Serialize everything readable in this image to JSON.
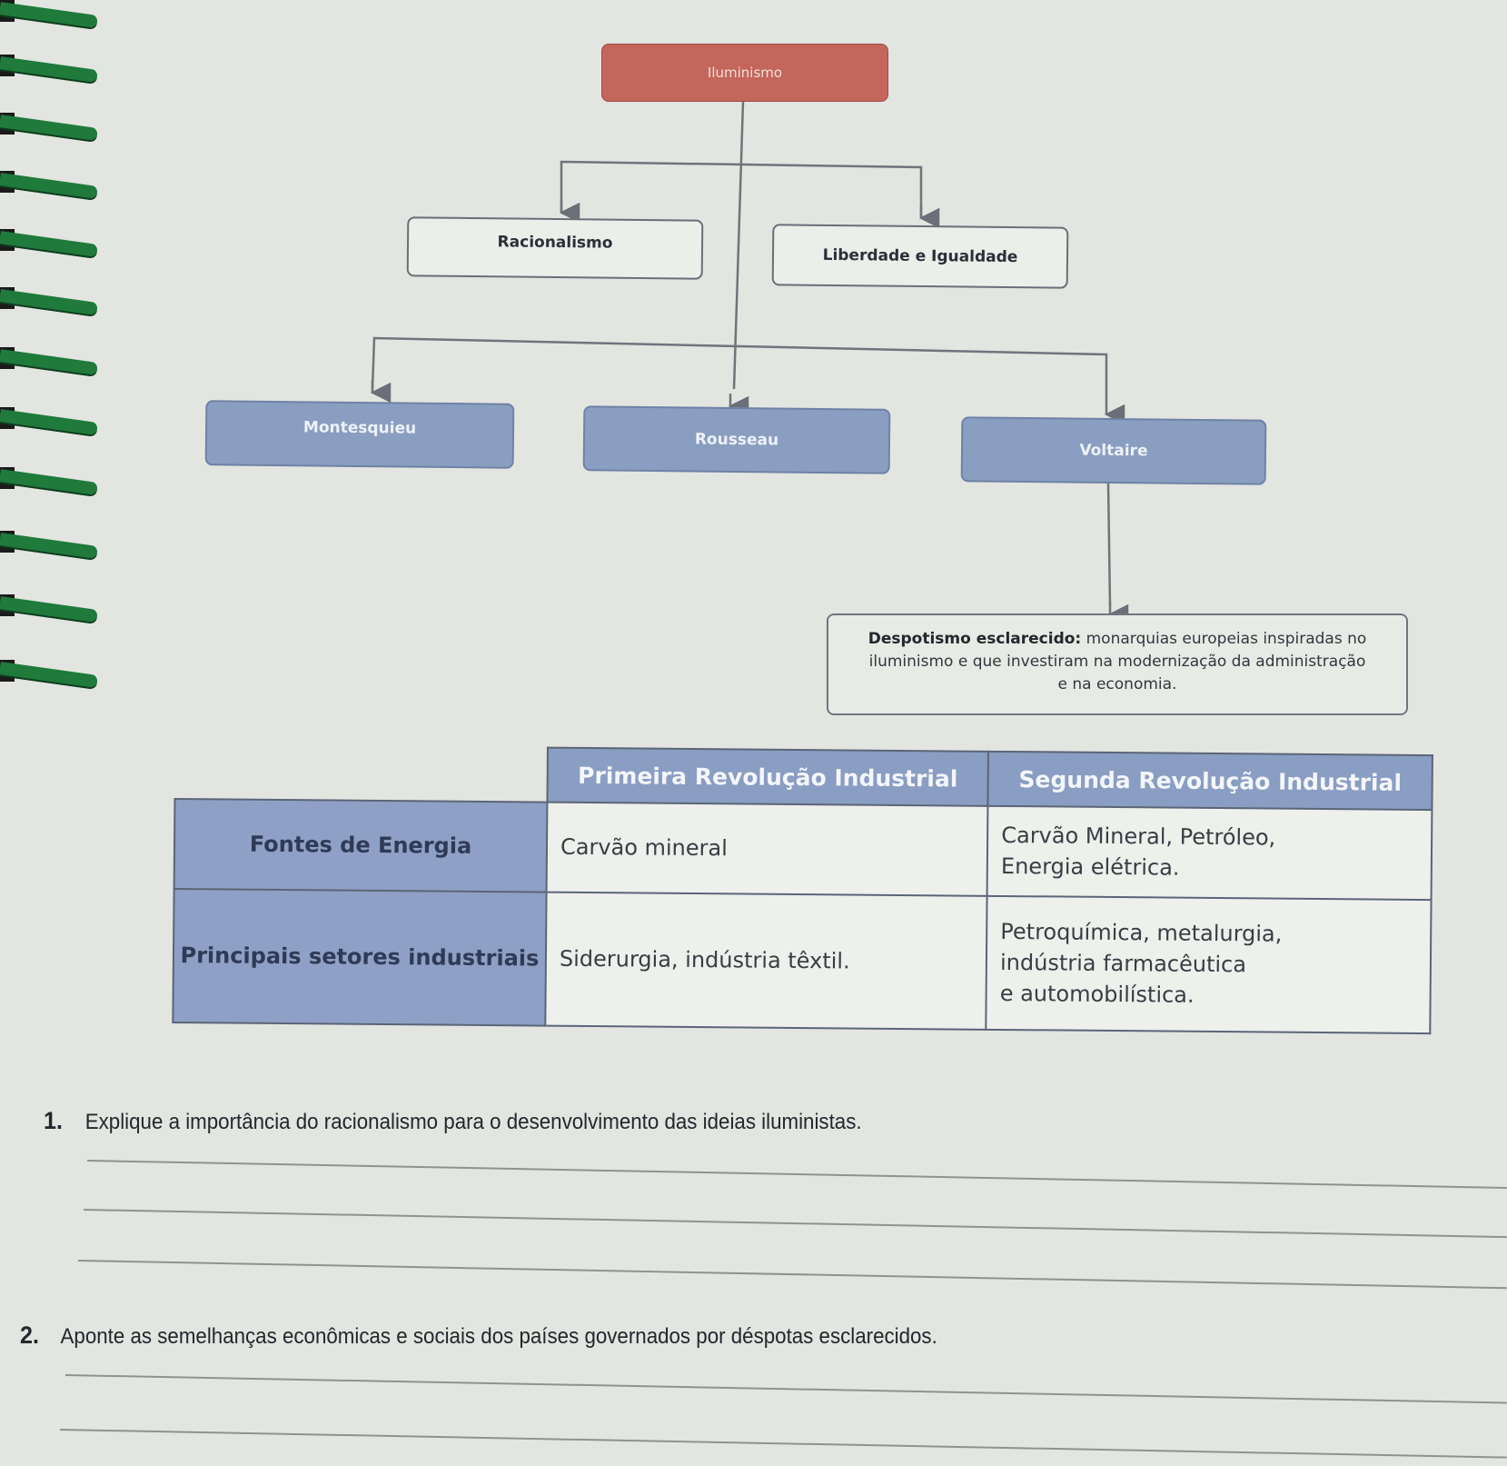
{
  "concept_map": {
    "root": "Iluminismo",
    "level1": [
      "Racionalismo",
      "Liberdade e Igualdade"
    ],
    "thinkers": [
      "Montesquieu",
      "Rousseau",
      "Voltaire"
    ],
    "result": {
      "term": "Despotismo esclarecido:",
      "line1": "monarquias europeias inspiradas no",
      "line2": "iluminismo e que investiram na modernização da administração",
      "line3": "e na economia."
    }
  },
  "table": {
    "columns": [
      "Primeira Revolução Industrial",
      "Segunda Revolução Industrial"
    ],
    "rows": [
      {
        "header": "Fontes de Energia",
        "first": "Carvão mineral",
        "second": [
          "Carvão Mineral, Petróleo,",
          "Energia elétrica."
        ]
      },
      {
        "header": "Principais setores industriais",
        "first": "Siderurgia, indústria têxtil.",
        "second": [
          "Petroquímica, metalurgia,",
          "indústria farmacêutica",
          "e automobilística."
        ]
      }
    ]
  },
  "questions": [
    {
      "number": "1.",
      "text": "Explique a importância do racionalismo para o desenvolvimento das ideias iluministas."
    },
    {
      "number": "2.",
      "text": "Aponte as semelhanças econômicas e sociais dos países governados por déspotas esclarecidos."
    }
  ],
  "colors": {
    "root_node": "#c4665c",
    "thinker_nodes": "#8a9ec1",
    "table_header": "#8a9dc2",
    "spiral": "#1f7a3c"
  }
}
